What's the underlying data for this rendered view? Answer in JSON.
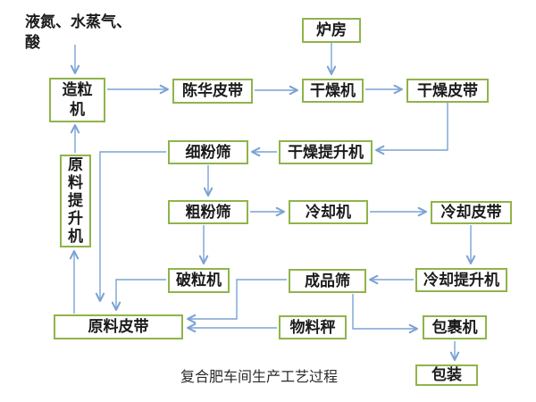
{
  "diagram": {
    "caption": "复合肥车间生产工艺过程",
    "colors": {
      "node_border_green": "#8fb44a",
      "connector_blue": "#7ba2d4",
      "text": "#1b1b1b",
      "background": "#ffffff"
    },
    "inputs_note": {
      "label": "液氮、水蒸气、\n酸"
    },
    "nodes": {
      "furnace": {
        "label": "炉房"
      },
      "granulator": {
        "label": "造粒\n机"
      },
      "aging_belt": {
        "label": "陈华皮带"
      },
      "dryer": {
        "label": "干燥机"
      },
      "drying_belt": {
        "label": "干燥皮带"
      },
      "fine_sieve": {
        "label": "细粉筛"
      },
      "drying_elevator": {
        "label": "干燥提升机"
      },
      "coarse_sieve": {
        "label": "粗粉筛"
      },
      "cooler": {
        "label": "冷却机"
      },
      "cooling_belt": {
        "label": "冷却皮带"
      },
      "raw_elevator": {
        "label": "原\n料\n提\n升\n机"
      },
      "crusher": {
        "label": "破粒机"
      },
      "product_sieve": {
        "label": "成品筛"
      },
      "cooling_elevator": {
        "label": "冷却提升机"
      },
      "raw_belt": {
        "label": "原料皮带"
      },
      "scale": {
        "label": "物料秤"
      },
      "wrapper": {
        "label": "包裹机"
      },
      "packaging": {
        "label": "包装"
      }
    },
    "edges": [
      {
        "from": "液氮、水蒸气、酸",
        "to": "造粒机"
      },
      {
        "from": "造粒机",
        "to": "陈华皮带"
      },
      {
        "from": "陈华皮带",
        "to": "干燥机"
      },
      {
        "from": "炉房",
        "to": "干燥机"
      },
      {
        "from": "干燥机",
        "to": "干燥皮带"
      },
      {
        "from": "干燥皮带",
        "to": "干燥提升机"
      },
      {
        "from": "干燥提升机",
        "to": "细粉筛"
      },
      {
        "from": "细粉筛",
        "to": "原料皮带"
      },
      {
        "from": "细粉筛",
        "to": "粗粉筛"
      },
      {
        "from": "粗粉筛",
        "to": "冷却机"
      },
      {
        "from": "粗粉筛",
        "to": "破粒机"
      },
      {
        "from": "冷却机",
        "to": "冷却皮带"
      },
      {
        "from": "冷却皮带",
        "to": "冷却提升机"
      },
      {
        "from": "冷却提升机",
        "to": "成品筛"
      },
      {
        "from": "成品筛",
        "to": "原料皮带"
      },
      {
        "from": "成品筛",
        "to": "包裹机"
      },
      {
        "from": "破粒机",
        "to": "原料皮带"
      },
      {
        "from": "物料秤",
        "to": "原料皮带"
      },
      {
        "from": "原料皮带",
        "to": "原料提升机"
      },
      {
        "from": "原料提升机",
        "to": "造粒机"
      },
      {
        "from": "包裹机",
        "to": "包装"
      }
    ]
  }
}
